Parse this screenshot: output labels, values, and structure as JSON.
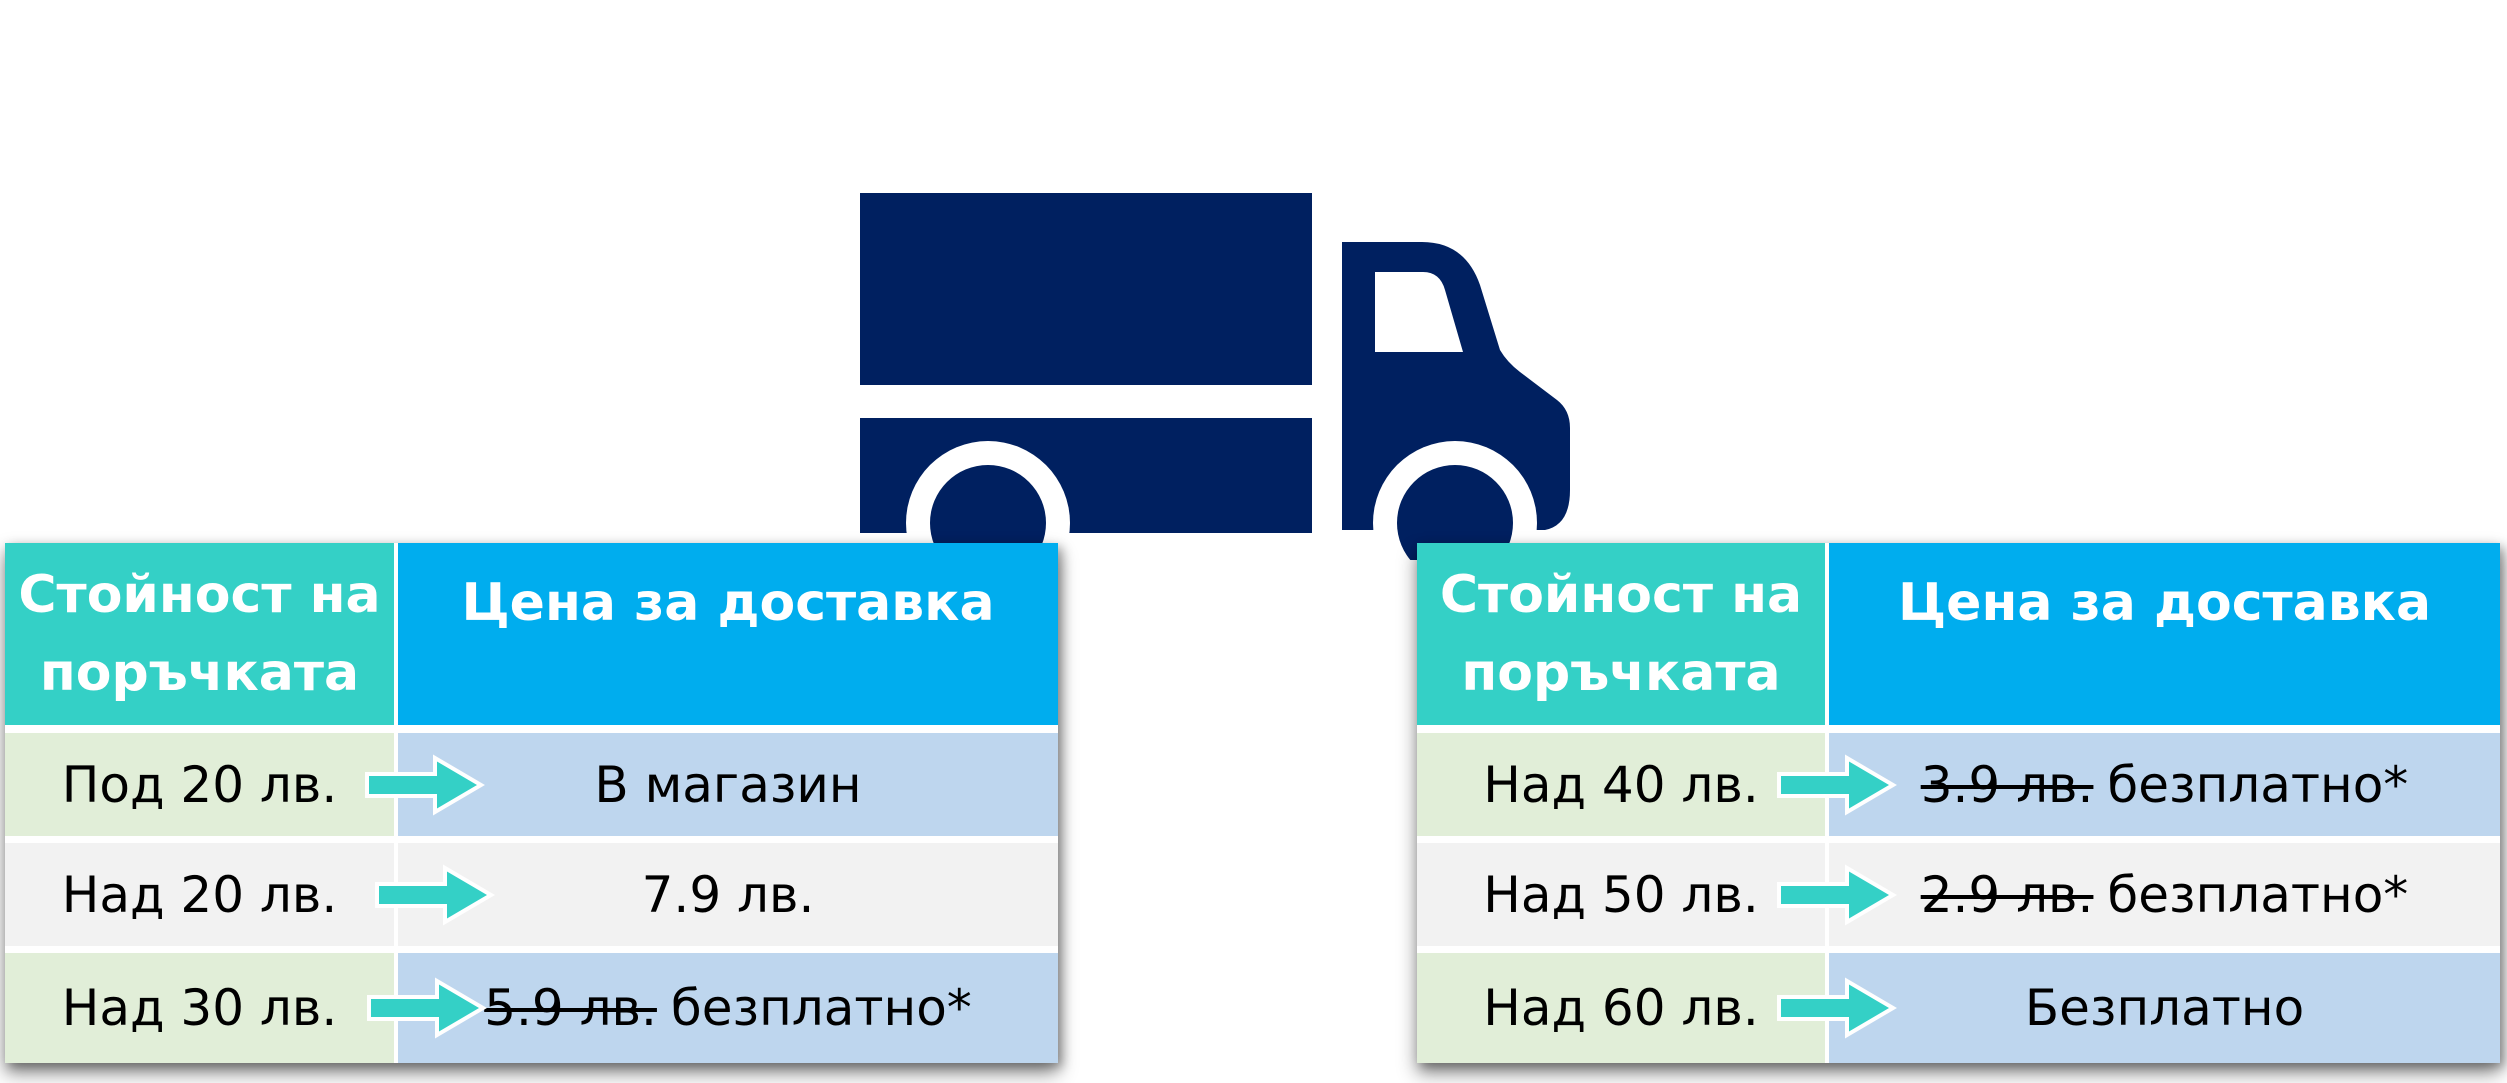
{
  "colors": {
    "truck": "#002060",
    "header_left": "#34d0c6",
    "header_right": "#00adee",
    "row_light_green": "#e1eed8",
    "row_light_blue": "#bed6ee",
    "row_gray": "#f2f2f2",
    "arrow": "#34d0c6"
  },
  "icons": {
    "truck": "delivery-truck-icon",
    "arrow": "arrow-right-icon"
  },
  "left_table": {
    "header": {
      "col1_line1": "Стойност на",
      "col1_line2": "поръчката",
      "col2": "Цена за доставка"
    },
    "rows": [
      {
        "value": "Под 20 лв.",
        "price": "В магазин",
        "old_price": ""
      },
      {
        "value": "Над 20 лв.",
        "price": "7.9 лв.",
        "old_price": ""
      },
      {
        "value": "Над 30 лв.",
        "price": "безплатно*",
        "old_price": "5.9 лв."
      }
    ]
  },
  "right_table": {
    "header": {
      "col1_line1": "Стойност на",
      "col1_line2": "поръчката",
      "col2": "Цена за доставка"
    },
    "rows": [
      {
        "value": "Над 40 лв.",
        "price": "безплатно*",
        "old_price": "3.9 лв."
      },
      {
        "value": "Над 50 лв.",
        "price": "безплатно*",
        "old_price": "2.9 лв."
      },
      {
        "value": "Над 60 лв.",
        "price": "Безплатно",
        "old_price": ""
      }
    ]
  }
}
